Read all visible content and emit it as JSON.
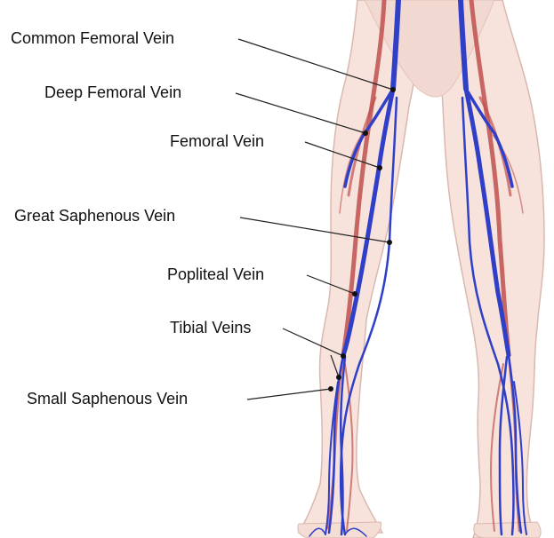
{
  "labels": {
    "common_femoral_vein": "Common Femoral Vein",
    "deep_femoral_vein": "Deep Femoral Vein",
    "femoral_vein": "Femoral Vein",
    "great_saphenous_vein": "Great Saphenous Vein",
    "popliteal_vein": "Popliteal Vein",
    "tibial_veins": "Tibial Veins",
    "small_saphenous_vein": "Small Saphenous Vein"
  },
  "colors": {
    "vein": "#2f3fc8",
    "artery": "#c0504d",
    "skin": "#f7e3dc",
    "skin_outline": "#d9b8ad",
    "leader_line": "#222222"
  }
}
